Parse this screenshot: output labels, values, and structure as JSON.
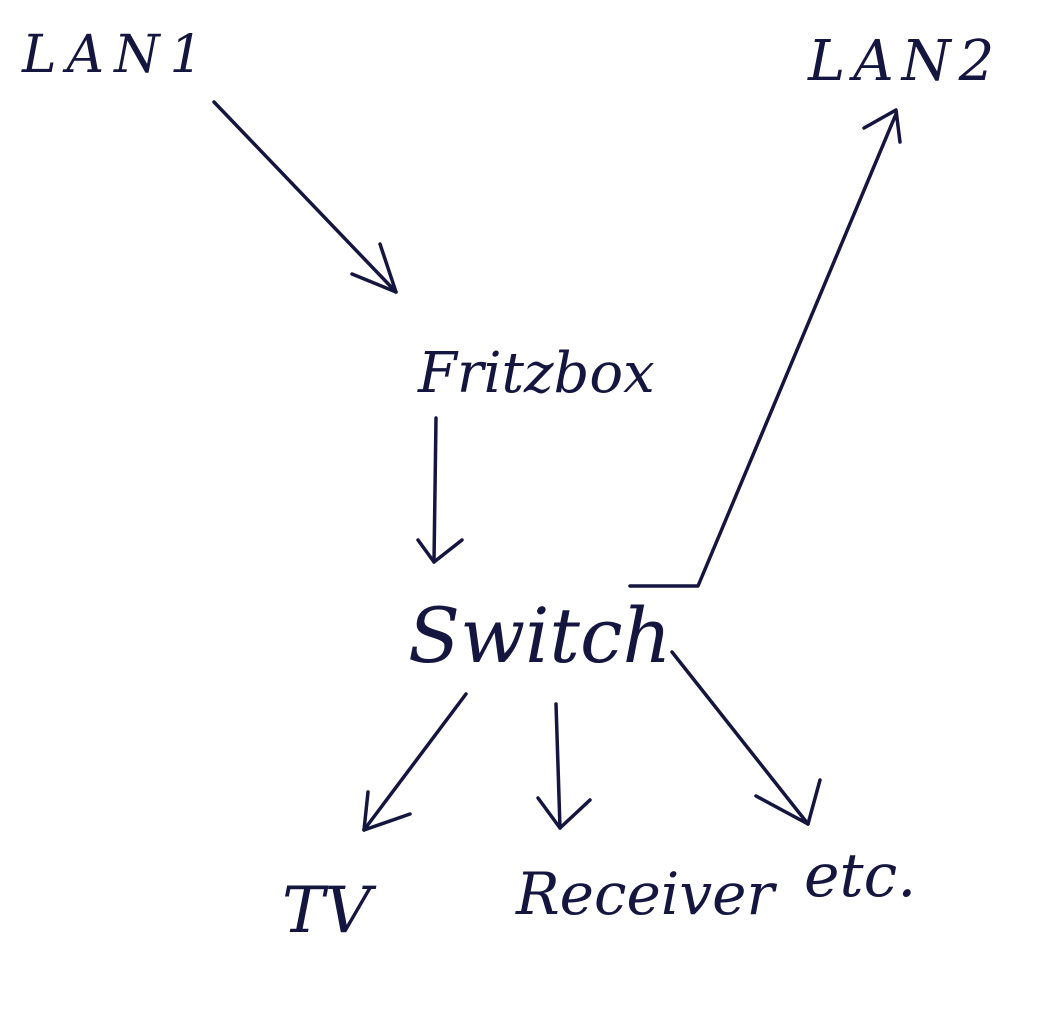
{
  "diagram": {
    "nodes": {
      "lan1": "LAN1",
      "lan2": "LAN2",
      "fritzbox": "Fritzbox",
      "switch": "Switch",
      "tv": "TV",
      "receiver": "Receiver",
      "etc": "etc."
    },
    "edges": [
      {
        "from": "LAN1",
        "to": "Fritzbox"
      },
      {
        "from": "Fritzbox",
        "to": "Switch"
      },
      {
        "from": "Switch",
        "to": "LAN2"
      },
      {
        "from": "Switch",
        "to": "TV"
      },
      {
        "from": "Switch",
        "to": "Receiver"
      },
      {
        "from": "Switch",
        "to": "etc."
      }
    ],
    "ink_color": "#14163f",
    "background_color": "#ffffff"
  }
}
